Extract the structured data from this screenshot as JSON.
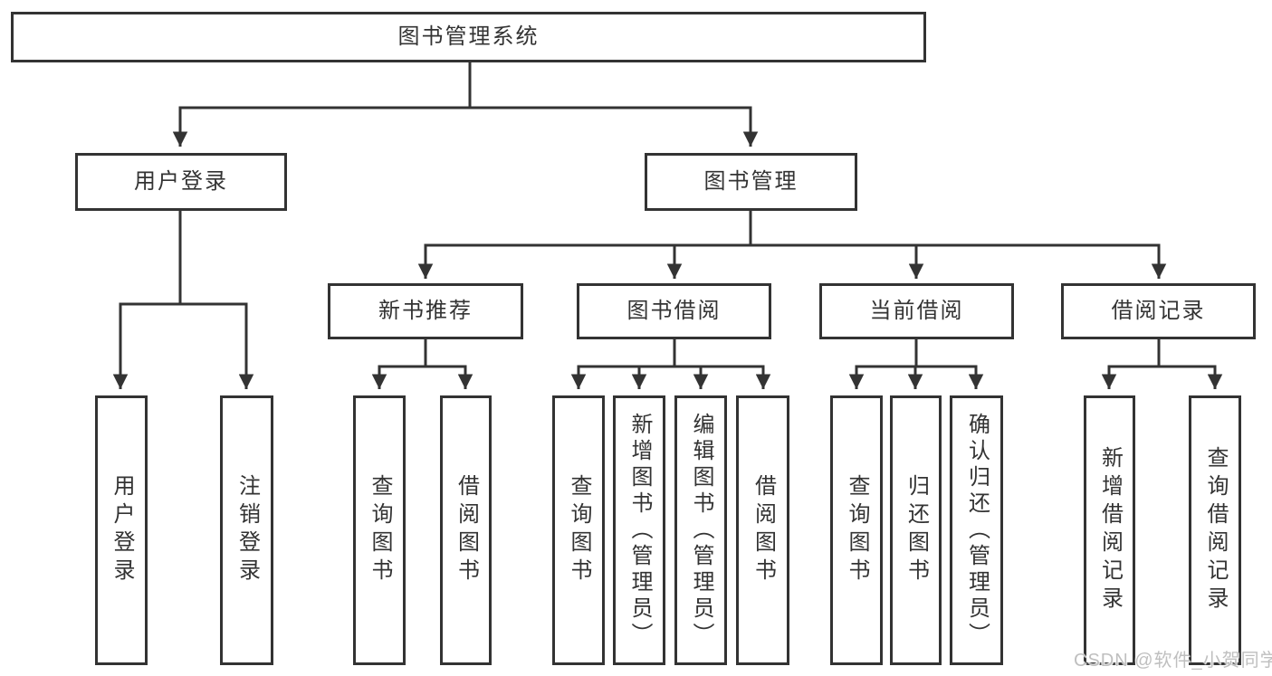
{
  "nodes": {
    "root": "图书管理系统",
    "level2": {
      "user_login": "用户登录",
      "book_management": "图书管理"
    },
    "level3": {
      "new_book_recommend": "新书推荐",
      "book_borrow": "图书借阅",
      "current_borrow": "当前借阅",
      "borrow_record": "借阅记录"
    },
    "leaves": {
      "user_login_leaf": "用户登录",
      "logout": "注销登录",
      "query_book_recommend": "查询图书",
      "borrow_book_recommend": "借阅图书",
      "query_book_borrow": "查询图书",
      "add_book_admin": "新增图书（管理员）",
      "edit_book_admin": "编辑图书（管理员）",
      "borrow_book_borrow": "借阅图书",
      "query_book_current": "查询图书",
      "return_book": "归还图书",
      "confirm_return_admin": "确认归还（管理员）",
      "add_borrow_record": "新增借阅记录",
      "query_borrow_record": "查询借阅记录"
    }
  },
  "watermark": {
    "text": "CSDN @软件_小贺同学",
    "color": "#bfbfbf"
  },
  "colors": {
    "line": "#333333",
    "box_border": "#333333",
    "text": "#333333",
    "background": "#ffffff"
  }
}
